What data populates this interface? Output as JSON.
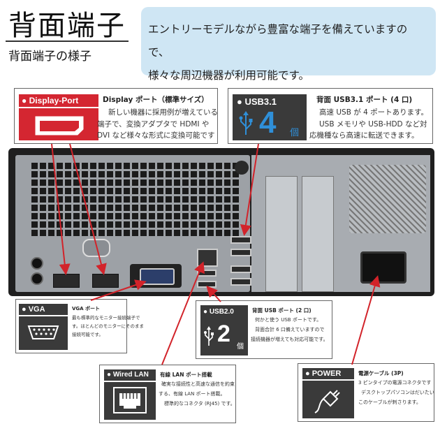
{
  "header": {
    "title": "背面端子",
    "subtitle": "背面端子の様子",
    "intro_line1": "エントリーモデルながら豊富な端子を備えていますので、",
    "intro_line2": "様々な周辺機器が利用可能です。"
  },
  "cards": {
    "displayport": {
      "tag": "● Display-Port",
      "title": "Display ポート（標準サイズ）",
      "line1": "新しい機器に採用例が増えている",
      "line2": "端子で、変換アダプタで HDMI や",
      "line3": "DVI など様々な形式に変換可能です"
    },
    "usb31": {
      "tag": "● USB3.1",
      "count": "4",
      "unit": "個",
      "title": "背面 USB3.1 ポート (4 口)",
      "line1": "高速 USB が 4 ポートあります。",
      "line2": "USB メモリや USB-HDD など対",
      "line3": "応機種なら高速に転送できます。"
    },
    "vga": {
      "tag": "● VGA",
      "title": "VGA ポート",
      "line1": "最も標準的なモニター接続端子で",
      "line2": "す。ほとんどのモニターにそのまま",
      "line3": "接続可能です。"
    },
    "usb20": {
      "tag": "● USB2.0",
      "count": "2",
      "unit": "個",
      "title": "背面 USB ポート (2 口)",
      "line1": "何かと使う USB ポートです。",
      "line2": "背面合計 6 口備えていますので",
      "line3": "接続機器が増えても対応可能です。"
    },
    "lan": {
      "tag": "● Wired LAN",
      "title": "有線 LAN ポート搭載",
      "line1": "確実な接続性と高速な通信を約束",
      "line2": "する、有線 LAN ポート搭載。",
      "line3": "標準的なコネクタ (RJ45) です。"
    },
    "power": {
      "tag": "● POWER",
      "title": "電源ケーブル (3P)",
      "line1": "3 ピンタイプの電源コネクタです",
      "line2": "デスクトップパソコンはだいたい",
      "line3": "このケーブルが刺さります。"
    }
  },
  "colors": {
    "accent_red": "#d42631",
    "tag_dark": "#3a3a3a",
    "intro_bg": "#cfe6f4",
    "usb_blue": "#2f8fd8"
  },
  "icons": [
    "displayport-icon",
    "usb-icon",
    "vga-icon",
    "lan-icon",
    "power-plug-icon"
  ]
}
